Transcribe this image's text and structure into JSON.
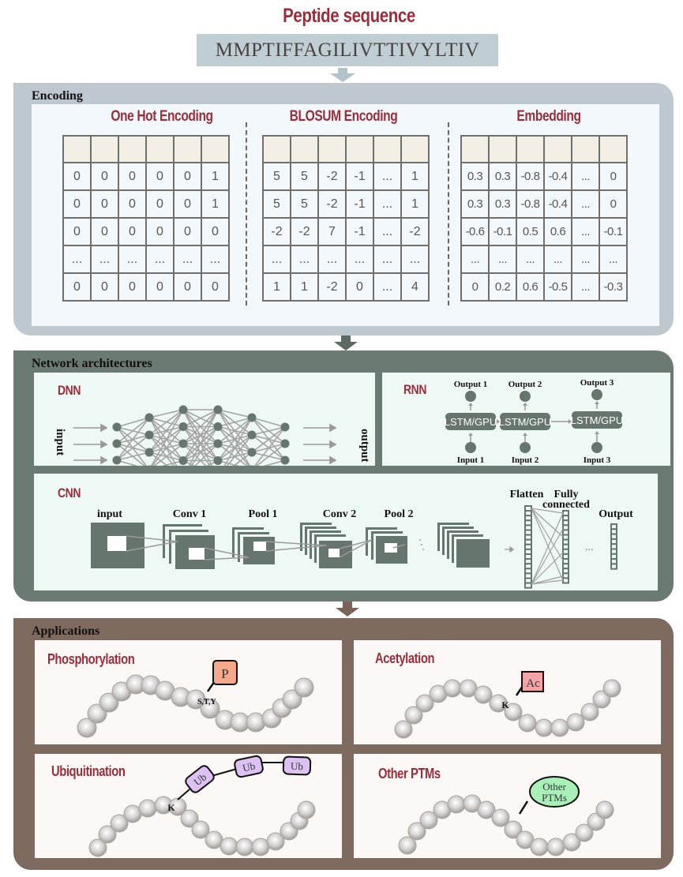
{
  "header": {
    "title": "Peptide sequence",
    "sequence": "MMPTIFFAGILIVTTIVYLTIV"
  },
  "encoding": {
    "label": "Encoding",
    "methods": [
      {
        "title": "One Hot Encoding",
        "rows": [
          [
            "0",
            "0",
            "0",
            "0",
            "0",
            "1"
          ],
          [
            "0",
            "0",
            "0",
            "0",
            "0",
            "1"
          ],
          [
            "0",
            "0",
            "0",
            "0",
            "0",
            "0"
          ],
          [
            "...",
            "...",
            "...",
            "...",
            "...",
            "..."
          ],
          [
            "0",
            "0",
            "0",
            "0",
            "0",
            "0"
          ]
        ]
      },
      {
        "title": "BLOSUM Encoding",
        "rows": [
          [
            "5",
            "5",
            "-2",
            "-1",
            "...",
            "1"
          ],
          [
            "5",
            "5",
            "-2",
            "-1",
            "...",
            "1"
          ],
          [
            "-2",
            "-2",
            "7",
            "-1",
            "...",
            "-2"
          ],
          [
            "...",
            "...",
            "...",
            "...",
            "...",
            "..."
          ],
          [
            "1",
            "1",
            "-2",
            "0",
            "...",
            "4"
          ]
        ]
      },
      {
        "title": "Embedding",
        "rows": [
          [
            "0.3",
            "0.3",
            "-0.8",
            "-0.4",
            "...",
            "0"
          ],
          [
            "0.3",
            "0.3",
            "-0.8",
            "-0.4",
            "...",
            "0"
          ],
          [
            "-0.6",
            "-0.1",
            "0.5",
            "0.6",
            "...",
            "-0.1"
          ],
          [
            "...",
            "...",
            "...",
            "...",
            "...",
            "..."
          ],
          [
            "0",
            "0.2",
            "0.6",
            "-0.5",
            "...",
            "-0.3"
          ]
        ]
      }
    ]
  },
  "network": {
    "label": "Network architectures",
    "dnn": {
      "title": "DNN",
      "input_label": "input",
      "output_label": "output",
      "layer_sizes": [
        3,
        4,
        5,
        5,
        4,
        3
      ]
    },
    "rnn": {
      "title": "RNN",
      "cell_label": "LSTM/GPU",
      "outputs": [
        "Output 1",
        "Output 2",
        "Output 3"
      ],
      "inputs": [
        "Input 1",
        "Input 2",
        "Input 3"
      ]
    },
    "cnn": {
      "title": "CNN",
      "stages": [
        "input",
        "Conv 1",
        "Pool 1",
        "Conv 2",
        "Pool 2"
      ],
      "flatten_label": "Flatten",
      "fc_label_1": "Fully",
      "fc_label_2": "connected",
      "output_label": "Output",
      "ellipsis": "..."
    }
  },
  "applications": {
    "label": "Applications",
    "items": [
      {
        "title": "Phosphorylation",
        "site": "S,T,Y",
        "modifier": "P",
        "modifier_color": "#f6a98a"
      },
      {
        "title": "Acetylation",
        "site": "K",
        "modifier": "Ac",
        "modifier_color": "#f4a3a6"
      },
      {
        "title": "Ubiquitination",
        "site": "K",
        "modifier": "Ub",
        "modifier_color": "#dcc1f3"
      },
      {
        "title": "Other PTMs",
        "site": "",
        "modifier_line1": "Other",
        "modifier_line2": "PTMs",
        "modifier_color": "#a8f0b8"
      }
    ]
  },
  "colors": {
    "title_red": "#9b2d3a",
    "encoding_bg": "#bdc9ce",
    "network_bg": "#6b7a72",
    "applications_bg": "#7f6a60",
    "node": "#66766e",
    "bead": "#c8c4c2"
  }
}
